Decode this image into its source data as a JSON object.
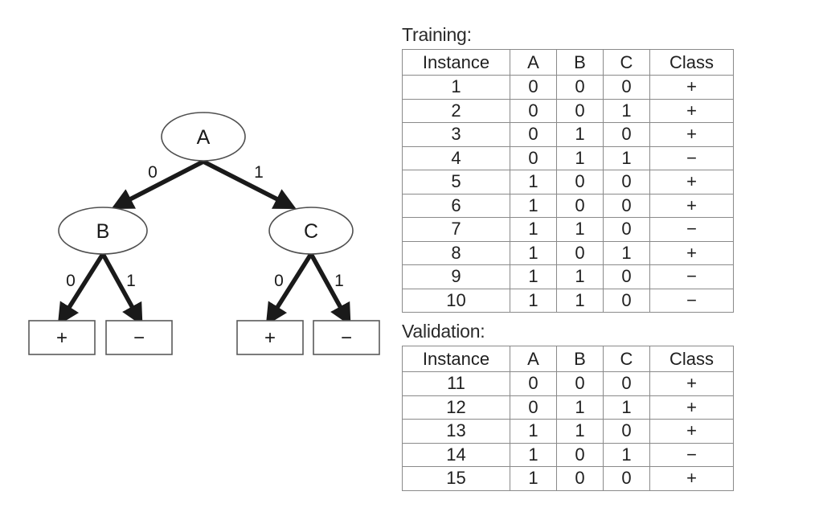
{
  "figure": {
    "background_color": "#ffffff",
    "ink_color": "#1a1a1a",
    "node_stroke_color": "#4f4f4f"
  },
  "tree": {
    "root": {
      "label": "A"
    },
    "internal_nodes": [
      {
        "id": "A",
        "label": "A"
      },
      {
        "id": "B",
        "label": "B"
      },
      {
        "id": "C",
        "label": "C"
      }
    ],
    "edge_labels": {
      "a_left": "0",
      "a_right": "1",
      "b_left": "0",
      "b_right": "1",
      "c_left": "0",
      "c_right": "1"
    },
    "leaves": [
      {
        "id": "b-left-leaf",
        "label": "+"
      },
      {
        "id": "b-right-leaf",
        "label": "−"
      },
      {
        "id": "c-left-leaf",
        "label": "+"
      },
      {
        "id": "c-right-leaf",
        "label": "−"
      }
    ]
  },
  "training": {
    "caption": "Training:",
    "columns": [
      "Instance",
      "A",
      "B",
      "C",
      "Class"
    ],
    "rows": [
      [
        "1",
        "0",
        "0",
        "0",
        "+"
      ],
      [
        "2",
        "0",
        "0",
        "1",
        "+"
      ],
      [
        "3",
        "0",
        "1",
        "0",
        "+"
      ],
      [
        "4",
        "0",
        "1",
        "1",
        "−"
      ],
      [
        "5",
        "1",
        "0",
        "0",
        "+"
      ],
      [
        "6",
        "1",
        "0",
        "0",
        "+"
      ],
      [
        "7",
        "1",
        "1",
        "0",
        "−"
      ],
      [
        "8",
        "1",
        "0",
        "1",
        "+"
      ],
      [
        "9",
        "1",
        "1",
        "0",
        "−"
      ],
      [
        "10",
        "1",
        "1",
        "0",
        "−"
      ]
    ]
  },
  "validation": {
    "caption": "Validation:",
    "columns": [
      "Instance",
      "A",
      "B",
      "C",
      "Class"
    ],
    "rows": [
      [
        "11",
        "0",
        "0",
        "0",
        "+"
      ],
      [
        "12",
        "0",
        "1",
        "1",
        "+"
      ],
      [
        "13",
        "1",
        "1",
        "0",
        "+"
      ],
      [
        "14",
        "1",
        "0",
        "1",
        "−"
      ],
      [
        "15",
        "1",
        "0",
        "0",
        "+"
      ]
    ]
  }
}
